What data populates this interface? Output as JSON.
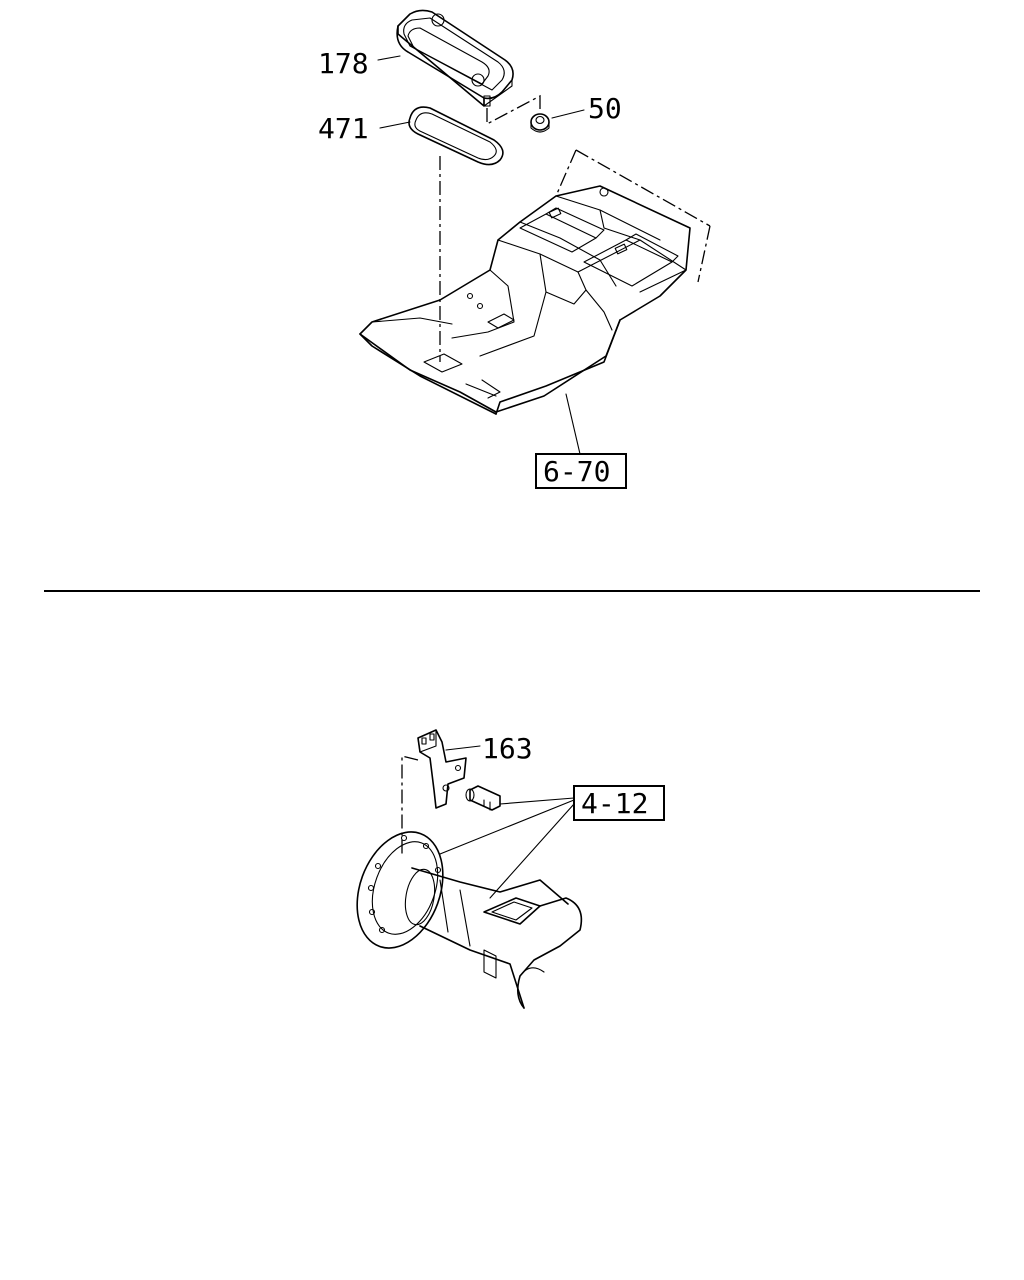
{
  "top_section": {
    "callouts": {
      "cover_plate": "178",
      "gasket": "471",
      "nut": "50"
    },
    "reference": "6-70"
  },
  "bottom_section": {
    "callouts": {
      "bracket": "163"
    },
    "reference": "4-12"
  }
}
